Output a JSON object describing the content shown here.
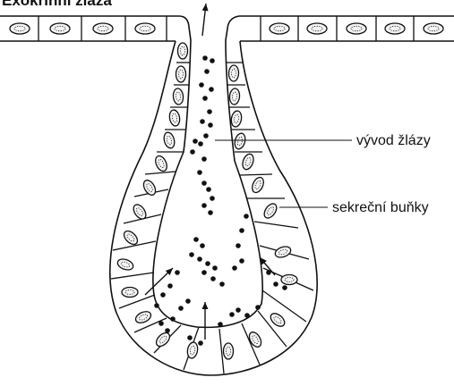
{
  "diagram": {
    "title": "Exokrinní žláza",
    "labels": {
      "duct": "vývod žlázy",
      "secretory_cells": "sekreční buňky"
    },
    "colors": {
      "ink": "#111111",
      "background": "#ffffff",
      "nucleus_fill": "#f4f4f4"
    }
  }
}
